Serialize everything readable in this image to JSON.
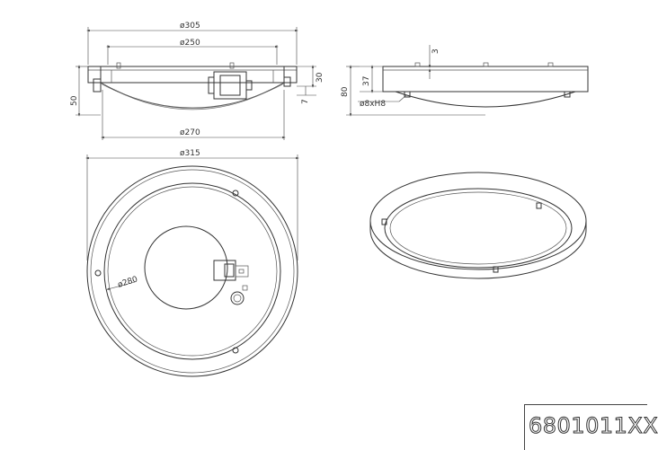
{
  "dimensions": {
    "top_width_outer": "ø305",
    "top_width_inner": "ø250",
    "bottom_diffuser": "ø270",
    "height_left": "50",
    "height_right": "30",
    "gap_small": "7",
    "plate_thickness": "3",
    "side_37": "37",
    "side_80": "80",
    "screw_spec": "ø8xH8",
    "plan_outer": "ø315",
    "plan_inner": "ø280"
  },
  "title_block": {
    "part_number": "6801011XX"
  }
}
